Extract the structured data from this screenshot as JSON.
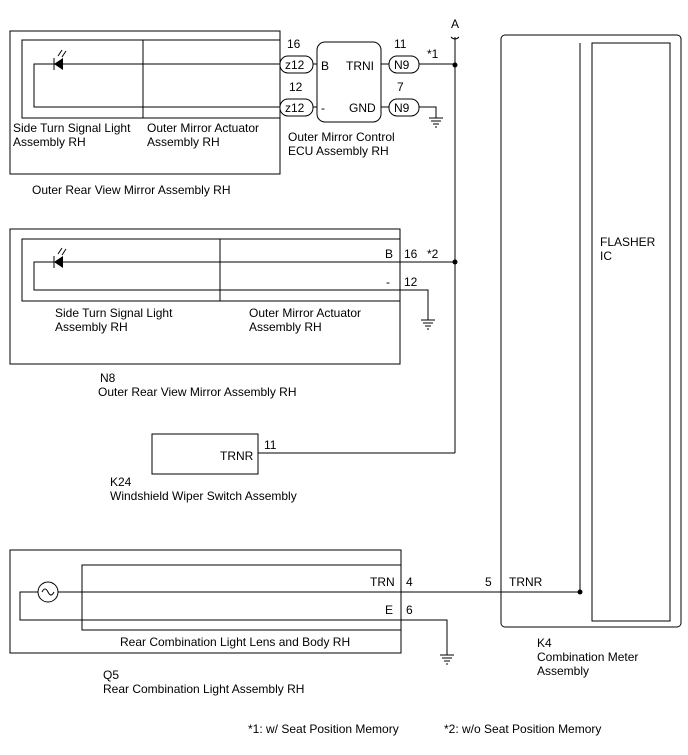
{
  "bus_label": "A",
  "mirror_with_memory": {
    "title": "Outer Rear View Mirror Assembly RH",
    "light_label_1": "Side Turn Signal Light",
    "light_label_2": "Assembly RH",
    "actuator_label_1": "Outer Mirror Actuator",
    "actuator_label_2": "Assembly RH",
    "conn_pin_top": "16",
    "conn_pin_bottom": "12",
    "connector": "z12"
  },
  "ecu": {
    "title_1": "Outer Mirror Control",
    "title_2": "ECU Assembly RH",
    "pin_b": "B",
    "pin_minus": "-",
    "pin_trni": "TRNI",
    "pin_gnd": "GND",
    "connector": "N9",
    "pin_top": "11",
    "pin_bottom": "7",
    "note_ref": "*1"
  },
  "mirror_without_memory": {
    "code": "N8",
    "title": "Outer Rear View Mirror Assembly RH",
    "light_label_1": "Side Turn Signal Light",
    "light_label_2": "Assembly RH",
    "actuator_label_1": "Outer Mirror Actuator",
    "actuator_label_2": "Assembly RH",
    "pin_b": "B",
    "pin_minus": "-",
    "pin_top": "16",
    "pin_bottom": "12",
    "note_ref": "*2"
  },
  "wiper_switch": {
    "code": "K24",
    "title": "Windshield Wiper Switch Assembly",
    "terminal": "TRNR",
    "pin": "11"
  },
  "rear_light": {
    "code": "Q5",
    "title": "Rear Combination Light Assembly RH",
    "inner_label": "Rear Combination Light Lens and Body RH",
    "terminal_trn": "TRN",
    "terminal_e": "E",
    "pin_trn": "4",
    "pin_e": "6"
  },
  "meter": {
    "code": "K4",
    "title_1": "Combination Meter",
    "title_2": "Assembly",
    "ic_label_1": "FLASHER",
    "ic_label_2": "IC",
    "terminal": "TRNR",
    "pin": "5"
  },
  "notes": {
    "note1": "*1: w/ Seat Position Memory",
    "note2": "*2: w/o Seat Position Memory"
  }
}
